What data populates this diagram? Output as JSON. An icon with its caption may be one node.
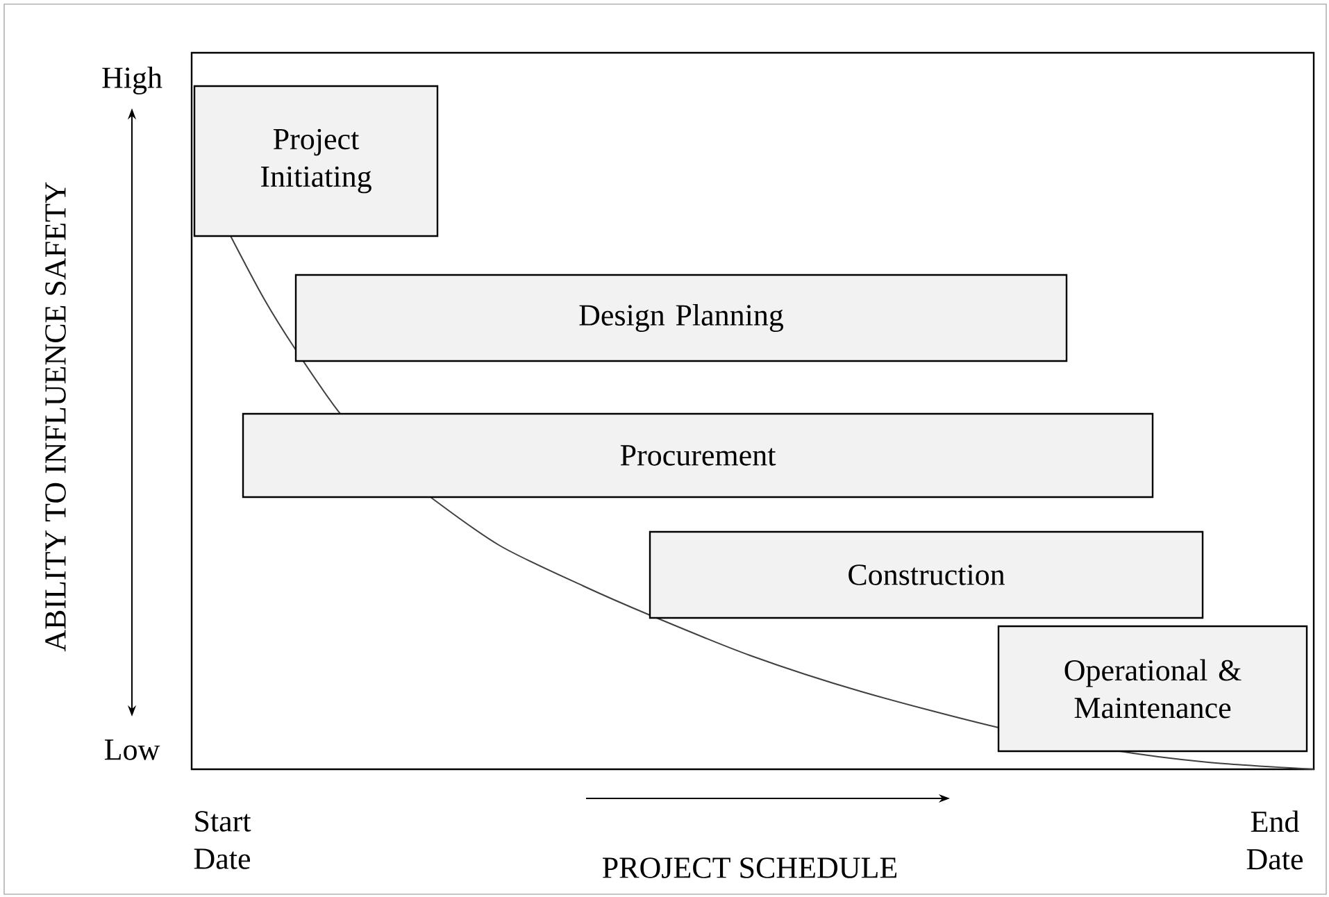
{
  "diagram": {
    "nodes": [
      {
        "text": [
          "Project Initiating"
        ]
      },
      {
        "text": [
          "Design Planning"
        ]
      },
      {
        "text": [
          "Procurement"
        ]
      },
      {
        "text": [
          "Construction"
        ]
      },
      {
        "text": [
          "Operational & Maintenance"
        ]
      }
    ],
    "labels": [
      "High",
      "Low",
      "ABILITY TO INFLUENCE SAFETY",
      "Start Date",
      "End Date",
      "PROJECT SCHEDULE"
    ]
  }
}
